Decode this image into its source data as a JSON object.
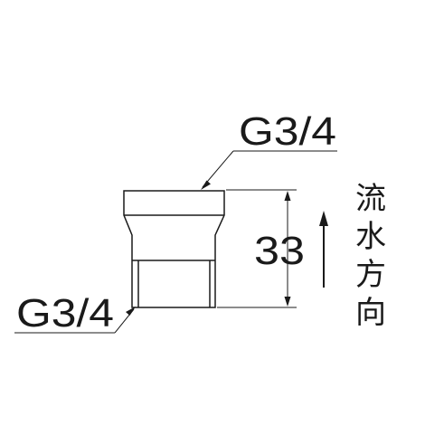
{
  "labels": {
    "top_thread": "G3/4",
    "bottom_thread": "G3/4",
    "height_dimension": "33"
  },
  "flow_direction": {
    "chars": [
      "流",
      "水",
      "方",
      "向"
    ],
    "arrow": "up"
  },
  "colors": {
    "line": "#1a1a1a",
    "background": "#ffffff"
  }
}
